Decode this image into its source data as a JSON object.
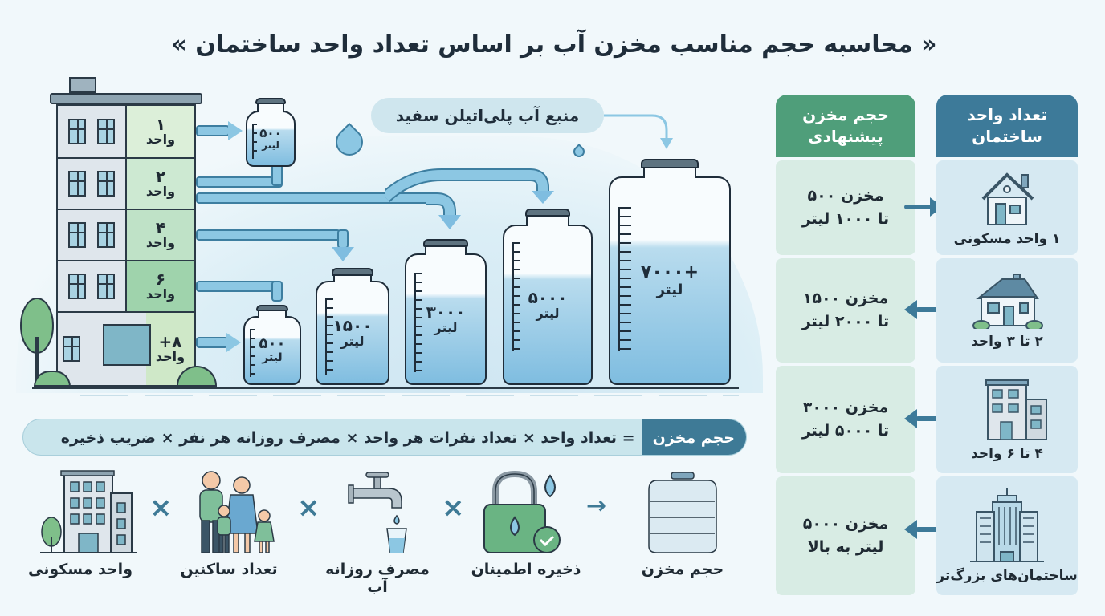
{
  "title": "« محاسبه حجم مناسب مخزن آب بر اساس تعداد واحد ساختمان »",
  "illustration": {
    "source_label": "منبع آب پلی‌اتیلن سفید",
    "floors": [
      {
        "num": "۱",
        "unit": "واحد"
      },
      {
        "num": "۲",
        "unit": "واحد"
      },
      {
        "num": "۴",
        "unit": "واحد"
      },
      {
        "num": "۶",
        "unit": "واحد"
      },
      {
        "num": "۸+",
        "unit": "واحد"
      }
    ],
    "tanks": [
      {
        "volume": "۵۰۰",
        "unit": "لیتر"
      },
      {
        "volume": "۵۰۰",
        "unit": "لیتر"
      },
      {
        "volume": "۱۵۰۰",
        "unit": "لیتر"
      },
      {
        "volume": "۳۰۰۰",
        "unit": "لیتر"
      },
      {
        "volume": "۵۰۰۰",
        "unit": "لیتر"
      },
      {
        "volume": "۷۰۰۰+",
        "unit": "لیتر"
      }
    ]
  },
  "formula": {
    "lhs": "حجم مخزن",
    "rhs": "= تعداد واحد × تعداد نفرات هر واحد × مصرف روزانه هر نفر × ضریب ذخیره",
    "operators": {
      "times": "×",
      "arrow": "→"
    },
    "items": [
      {
        "icon": "building-icon",
        "label": "واحد مسکونی"
      },
      {
        "icon": "family-icon",
        "label": "تعداد ساکنین"
      },
      {
        "icon": "faucet-icon",
        "label": "مصرف روزانه آب"
      },
      {
        "icon": "lock-water-icon",
        "label": "ذخیره اطمینان"
      },
      {
        "icon": "tank-icon",
        "label": "حجم مخزن"
      }
    ]
  },
  "table": {
    "headers": {
      "units": "تعداد واحد ساختمان",
      "volume": "حجم مخزن پیشنهادی"
    },
    "rows": [
      {
        "icon": "house-icon",
        "units": "۱ واحد مسکونی",
        "volume_line1": "مخزن ۵۰۰",
        "volume_line2": "تا ۱۰۰۰ لیتر"
      },
      {
        "icon": "two-story-house-icon",
        "units": "۲ تا ۳ واحد",
        "volume_line1": "مخزن ۱۵۰۰",
        "volume_line2": "تا ۲۰۰۰ لیتر"
      },
      {
        "icon": "apartment-icon",
        "units": "۴ تا ۶ واحد",
        "volume_line1": "مخزن ۳۰۰۰",
        "volume_line2": "تا ۵۰۰۰ لیتر"
      },
      {
        "icon": "skyscraper-icon",
        "units": "ساختمان‌های بزرگ‌تر",
        "volume_line1": "مخزن ۵۰۰۰",
        "volume_line2": "لیتر به بالا"
      }
    ]
  },
  "colors": {
    "background": "#f1f8fb",
    "header_blue": "#3d7a99",
    "header_green": "#4f9e7a",
    "cell_blue": "#d6e9f2",
    "cell_green": "#d8ece4",
    "water": "#7fbde0",
    "text": "#1f2d3a"
  }
}
